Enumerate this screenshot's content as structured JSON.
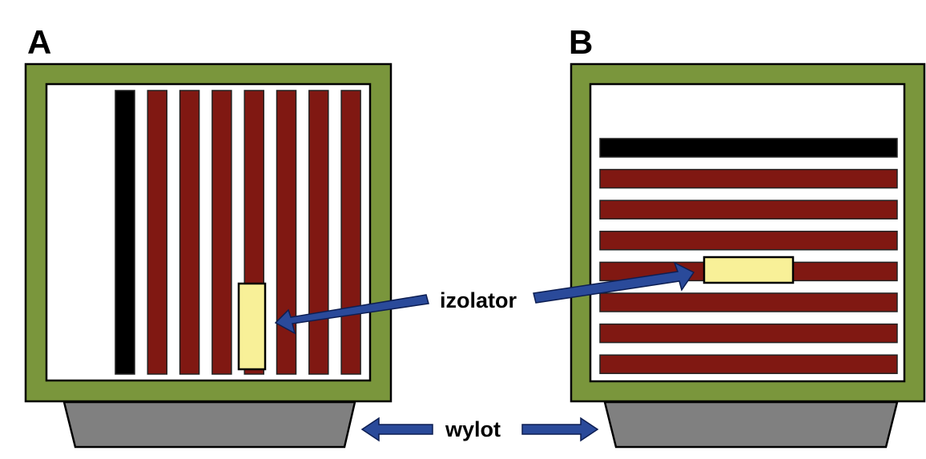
{
  "panels": [
    {
      "id": "A",
      "label": "A",
      "orientation": "vertical",
      "sheet_count": 8
    },
    {
      "id": "B",
      "label": "B",
      "orientation": "horizontal",
      "sheet_count": 8
    }
  ],
  "labels": {
    "insulator": "izolator",
    "outlet": "wylot"
  },
  "colors": {
    "frame": "#7a963c",
    "sheet": "#801812",
    "black_sheet": "#000000",
    "insulator": "#f8f098",
    "outlet": "#808080",
    "arrow": "#2a4a9a"
  }
}
